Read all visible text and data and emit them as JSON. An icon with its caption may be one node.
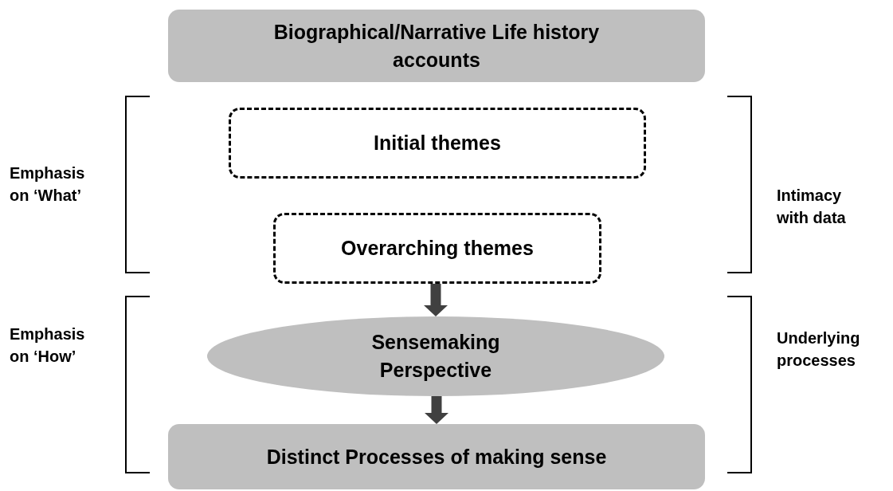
{
  "diagram": {
    "nodes": [
      {
        "text": [
          "Biographical/Narrative Life history accounts"
        ]
      },
      {
        "text": [
          "Initial themes"
        ]
      },
      {
        "text": [
          "Overarching themes"
        ]
      },
      {
        "text": [
          "Sensemaking Perspective"
        ]
      },
      {
        "text": [
          "Distinct Processes of making sense"
        ]
      }
    ],
    "edges": [
      {
        "from": 2,
        "to": 3,
        "arrow": "to"
      },
      {
        "from": 3,
        "to": 4,
        "arrow": "to"
      }
    ],
    "labels": [
      "Emphasis on ‘What’",
      "Intimacy with data",
      "Emphasis on ‘How’",
      "Underlying processes"
    ]
  }
}
